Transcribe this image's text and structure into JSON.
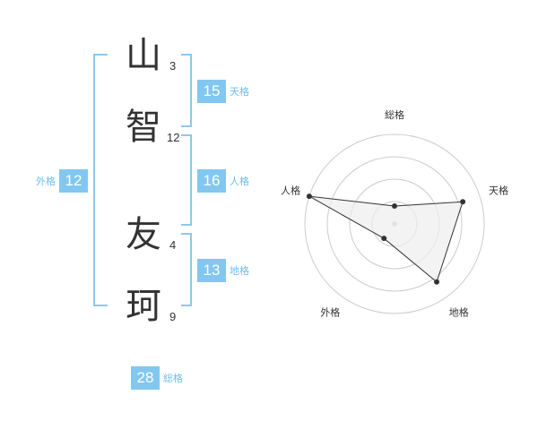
{
  "name": {
    "chars": [
      {
        "char": "山",
        "strokes": "3"
      },
      {
        "char": "智",
        "strokes": "12"
      },
      {
        "char": "友",
        "strokes": "4"
      },
      {
        "char": "珂",
        "strokes": "9"
      }
    ]
  },
  "fortunes": {
    "tenkaku": {
      "value": "15",
      "label": "天格"
    },
    "jinkaku": {
      "value": "16",
      "label": "人格"
    },
    "chikaku": {
      "value": "13",
      "label": "地格"
    },
    "gaikaku": {
      "value": "12",
      "label": "外格"
    },
    "soukaku": {
      "value": "28",
      "label": "総格"
    }
  },
  "chart_data": {
    "type": "radar",
    "axes": [
      "総格",
      "天格",
      "地格",
      "外格",
      "人格"
    ],
    "values": [
      0.2,
      0.8,
      0.8,
      0.2,
      1.0
    ],
    "max": 1.0,
    "rings": 4,
    "colors": {
      "fill": "#eeeeee",
      "line": "#333333",
      "grid": "#cccccc",
      "accent": "#82c7f0"
    }
  }
}
